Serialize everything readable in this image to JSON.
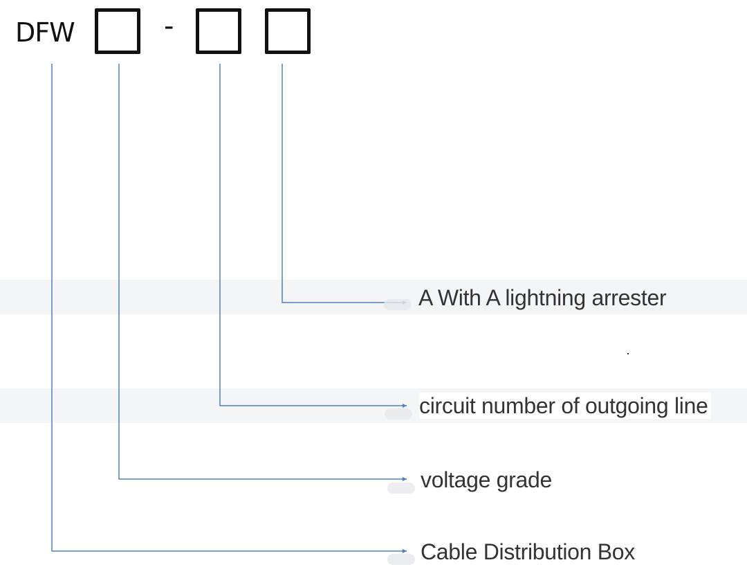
{
  "model_code": {
    "prefix": "DFW",
    "separator": "-"
  },
  "labels": {
    "arrester": "A With A lightning arrester",
    "circuit": "circuit number of outgoing line",
    "voltage": "voltage grade",
    "cable_box": "Cable Distribution Box"
  },
  "colors": {
    "leader_line": "#4f7fc4",
    "box_border": "#111111",
    "label_text": "#333333"
  }
}
